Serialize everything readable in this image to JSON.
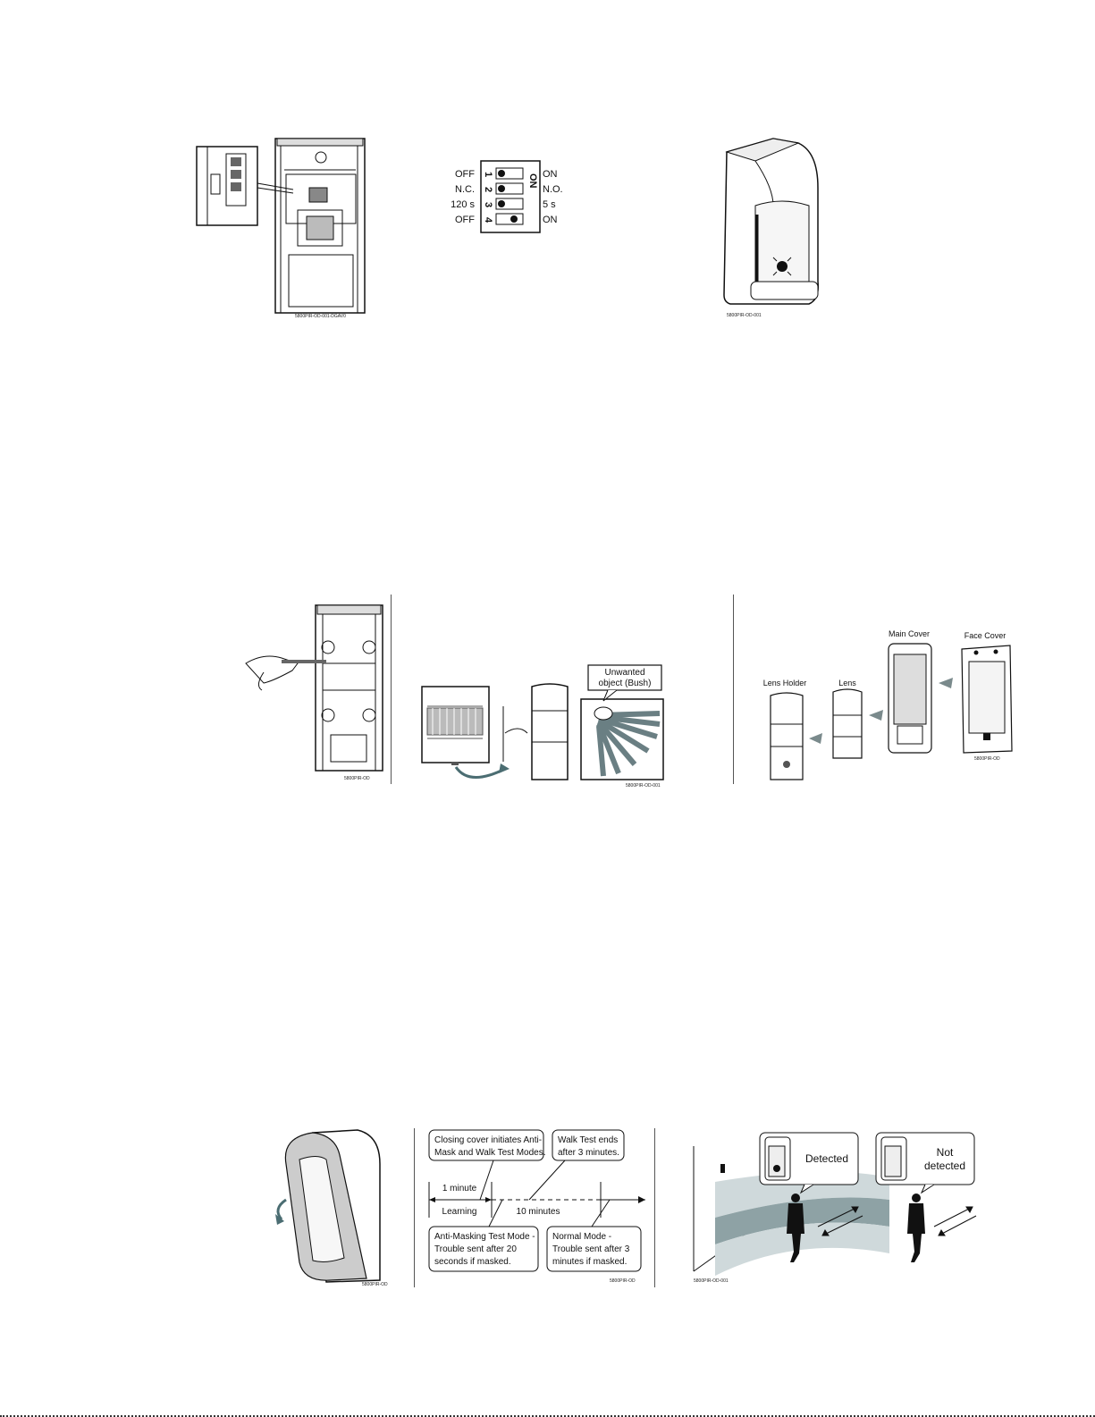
{
  "row1": {
    "terminal_code": "5800PIR-OD-001-DGAV0",
    "dip": {
      "header_on": "ON",
      "switches": [
        {
          "num": "1",
          "left": "OFF",
          "right": "ON",
          "state": "off"
        },
        {
          "num": "2",
          "left": "N.C.",
          "right": "N.O.",
          "state": "off"
        },
        {
          "num": "3",
          "left": "120 s",
          "right": "5 s",
          "state": "off"
        },
        {
          "num": "4",
          "left": "OFF",
          "right": "ON",
          "state": "on"
        }
      ]
    }
  },
  "row2": {
    "unwanted_label_1": "Unwanted",
    "unwanted_label_2": "object (Bush)",
    "parts": {
      "lens_holder": "Lens Holder",
      "lens": "Lens",
      "main_cover": "Main Cover",
      "face_cover": "Face Cover"
    }
  },
  "row3": {
    "timeline": {
      "box1_line1": "Closing cover initiates Anti-",
      "box1_line2": "Mask and Walk Test Modes.",
      "box2_line1": "Walk Test ends",
      "box2_line2": "after 3 minutes.",
      "one_minute": "1 minute",
      "learning": "Learning",
      "ten_minutes": "10 minutes",
      "box3_line1": "Anti-Masking Test Mode -",
      "box3_line2": "Trouble sent after 20",
      "box3_line3": "seconds if masked.",
      "box4_line1": "Normal Mode -",
      "box4_line2": "Trouble sent after 3",
      "box4_line3": "minutes if masked."
    },
    "detect": {
      "detected": "Detected",
      "not_line1": "Not",
      "not_line2": "detected"
    }
  }
}
